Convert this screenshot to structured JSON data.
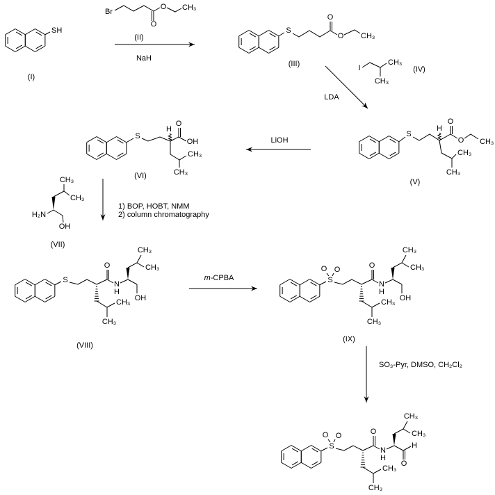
{
  "compounds": {
    "I": "(I)",
    "II": "(II)",
    "III": "(III)",
    "IV": "(IV)",
    "V": "(V)",
    "VI": "(VI)",
    "VII": "(VII)",
    "VIII": "(VIII)",
    "IX": "(IX)"
  },
  "reagents": {
    "nah": "NaH",
    "lda": "LDA",
    "lioh": "LiOH",
    "coupling_step1": "1)  BOP, HOBT, NMM",
    "coupling_step2": "2)  column chromatography",
    "mcpba_prefix": "m",
    "mcpba_rest": "-CPBA",
    "oxidation": "SO₃-Pyr, DMSO, CH₂Cl₂"
  },
  "atoms": {
    "S": "S",
    "SH": "SH",
    "Br": "Br",
    "O": "O",
    "OH": "OH",
    "CH3": "CH₃",
    "I": "I",
    "H": "H",
    "N": "N",
    "H2N": "H₂N"
  }
}
